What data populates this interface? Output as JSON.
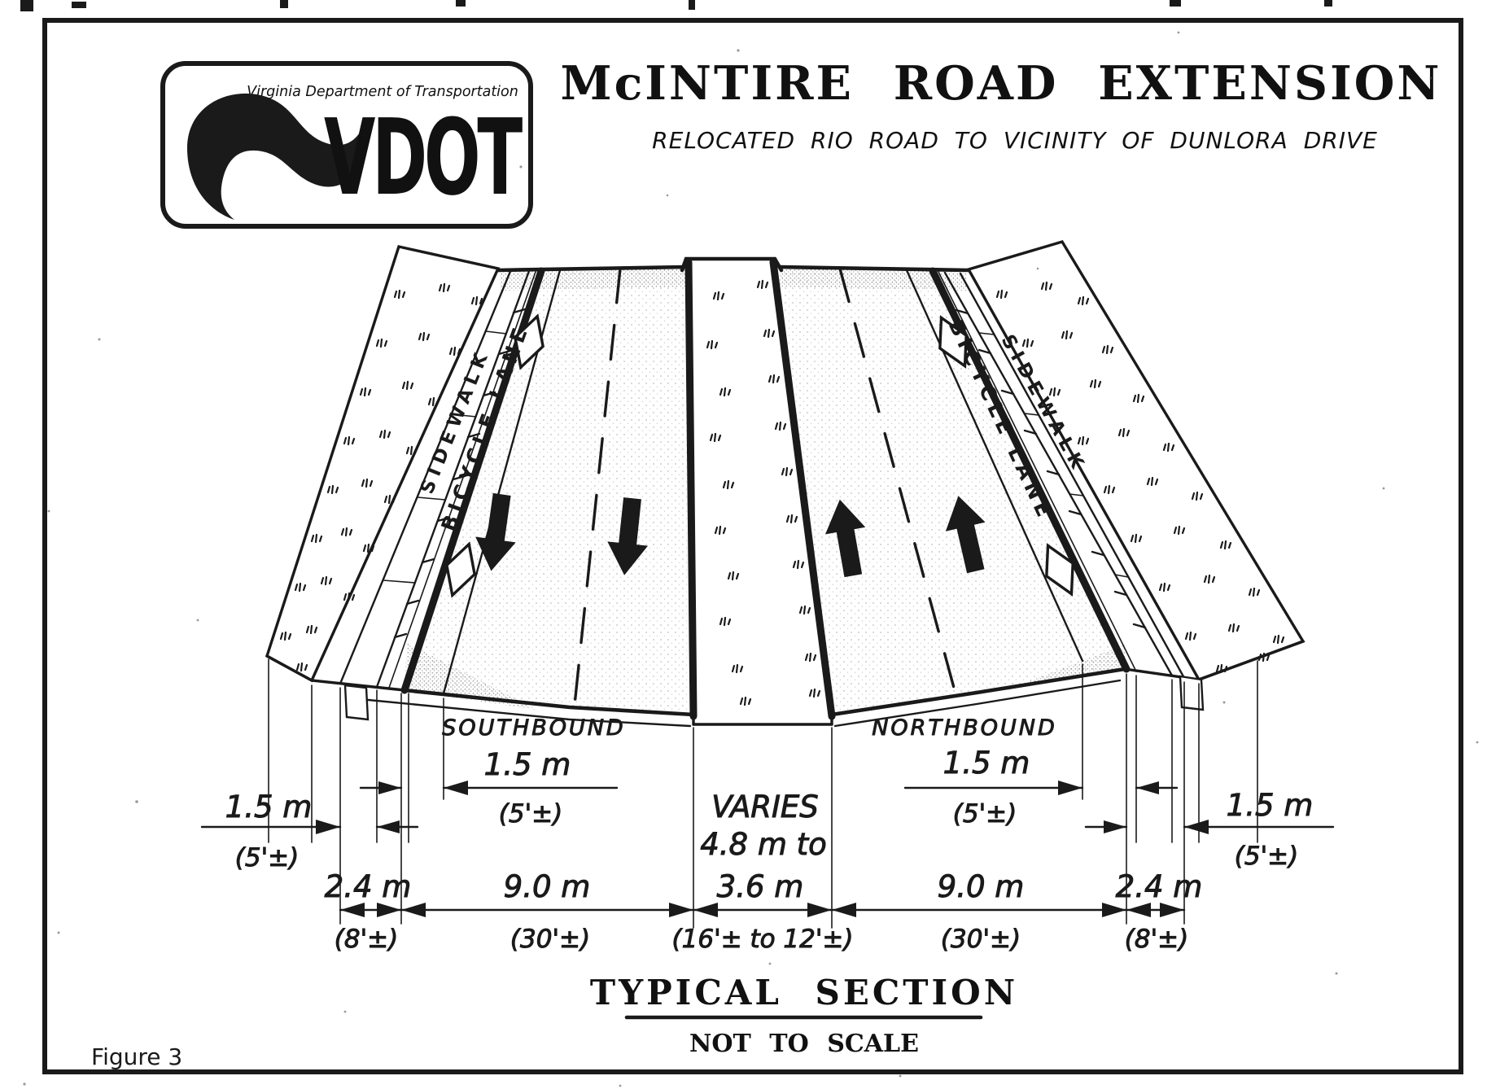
{
  "colors": {
    "ink": "#1a1a1a",
    "paper": "#ffffff"
  },
  "logo": {
    "agency_name": "Virginia Department of Transportation",
    "wordmark": "VDOT"
  },
  "header": {
    "title": "McINTIRE ROAD EXTENSION",
    "subtitle": "RELOCATED RIO ROAD TO VICINITY OF DUNLORA DRIVE"
  },
  "section": {
    "left_sidewalk_label": "SIDEWALK",
    "left_bike_label": "BICYCLE  LANE",
    "right_bike_label": "BICYCLE  LANE",
    "right_sidewalk_label": "SIDEWALK",
    "southbound_label": "SOUTHBOUND",
    "northbound_label": "NORTHBOUND"
  },
  "dimensions": {
    "left_outer": {
      "metric": "1.5 m",
      "imperial": "(5'±)"
    },
    "left_sidewalk": {
      "metric": "2.4 m",
      "imperial": "(8'±)"
    },
    "southbound_bike": {
      "metric": "1.5 m",
      "imperial": "(5'±)"
    },
    "southbound_lanes": {
      "metric": "9.0 m",
      "imperial": "(30'±)"
    },
    "median": {
      "label": "VARIES",
      "metric_line1": "4.8 m to",
      "metric_line2": "3.6 m",
      "imperial": "(16'± to 12'±)"
    },
    "northbound_lanes": {
      "metric": "9.0 m",
      "imperial": "(30'±)"
    },
    "northbound_bike": {
      "metric": "1.5 m",
      "imperial": "(5'±)"
    },
    "right_sidewalk": {
      "metric": "2.4 m",
      "imperial": "(8'±)"
    },
    "right_outer": {
      "metric": "1.5 m",
      "imperial": "(5'±)"
    }
  },
  "footer": {
    "section_title": "TYPICAL SECTION",
    "scale_note": "NOT TO SCALE",
    "figure_label": "Figure 3"
  }
}
